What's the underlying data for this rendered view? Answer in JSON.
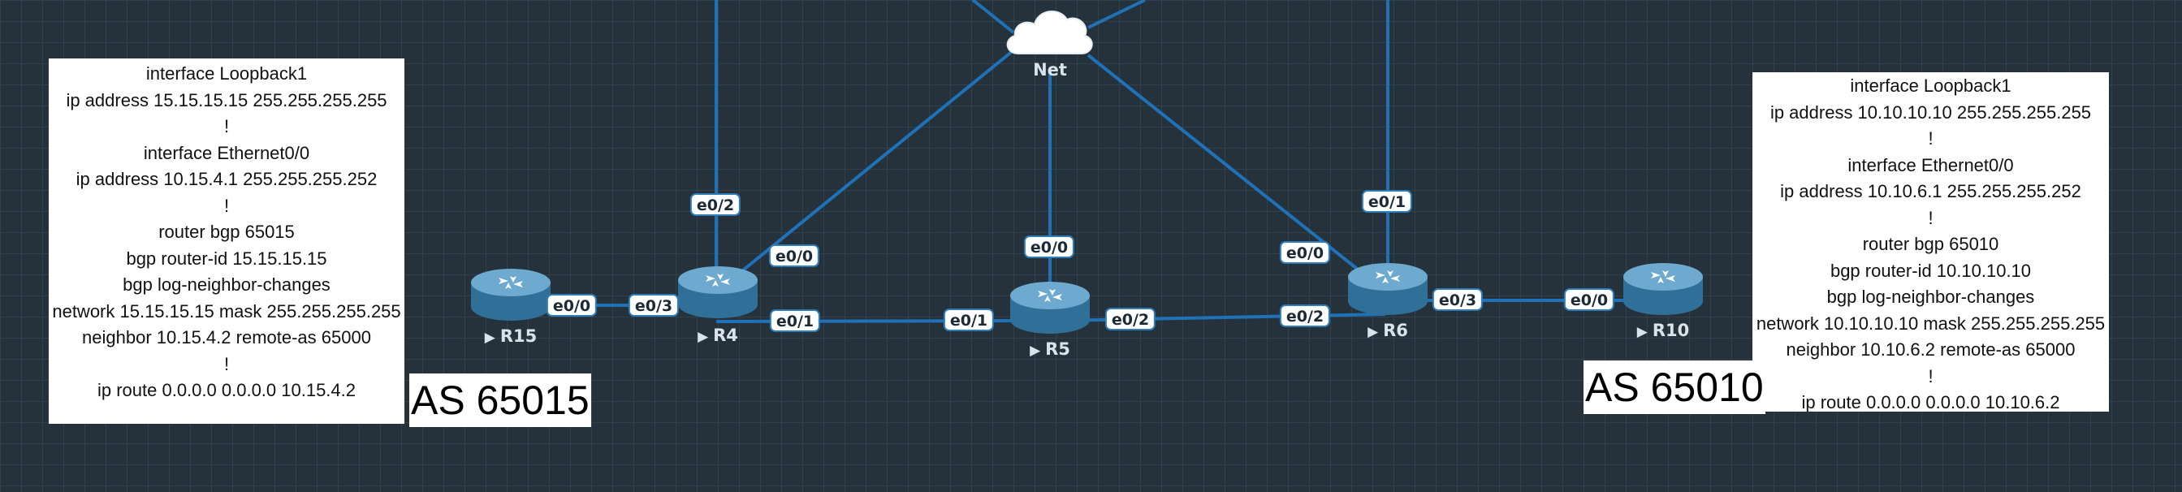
{
  "colors": {
    "canvas_background": "#25323b",
    "grid": "#32424c",
    "link": "#1f72b8",
    "router_body": "#3c7ca6",
    "router_top": "#6ea9cf",
    "port_border": "#2f7db8"
  },
  "nodes": {
    "net": {
      "label": "Net",
      "icon": "cloud-icon"
    },
    "r15": {
      "label": "R15",
      "icon": "router-icon"
    },
    "r4": {
      "label": "R4",
      "icon": "router-icon"
    },
    "r5": {
      "label": "R5",
      "icon": "router-icon"
    },
    "r6": {
      "label": "R6",
      "icon": "router-icon"
    },
    "r10": {
      "label": "R10",
      "icon": "router-icon"
    }
  },
  "ports": {
    "r15_e00": "e0/0",
    "r4_e03": "e0/3",
    "r4_e02": "e0/2",
    "r4_e00": "e0/0",
    "r4_e01": "e0/1",
    "r5_e01": "e0/1",
    "r5_e00": "e0/0",
    "r5_e02": "e0/2",
    "r6_e00": "e0/0",
    "r6_e01": "e0/1",
    "r6_e02": "e0/2",
    "r6_e03": "e0/3",
    "r10_e00": "e0/0"
  },
  "as_labels": {
    "left": "AS 65015",
    "right": "AS 65010"
  },
  "configs": {
    "left": [
      "interface Loopback1",
      "ip address 15.15.15.15 255.255.255.255",
      "!",
      "interface Ethernet0/0",
      "ip address 10.15.4.1 255.255.255.252",
      "!",
      "router bgp 65015",
      "bgp router-id 15.15.15.15",
      "bgp log-neighbor-changes",
      "network 15.15.15.15 mask 255.255.255.255",
      "neighbor 10.15.4.2 remote-as 65000",
      "!",
      "ip route 0.0.0.0 0.0.0.0 10.15.4.2"
    ],
    "right": [
      "interface Loopback1",
      "ip address 10.10.10.10 255.255.255.255",
      "!",
      "interface Ethernet0/0",
      "ip address 10.10.6.1 255.255.255.252",
      "!",
      "router bgp 65010",
      "bgp router-id 10.10.10.10",
      "bgp log-neighbor-changes",
      "network 10.10.10.10 mask 255.255.255.255",
      "neighbor 10.10.6.2 remote-as 65000",
      "!",
      "ip route 0.0.0.0 0.0.0.0 10.10.6.2"
    ]
  }
}
